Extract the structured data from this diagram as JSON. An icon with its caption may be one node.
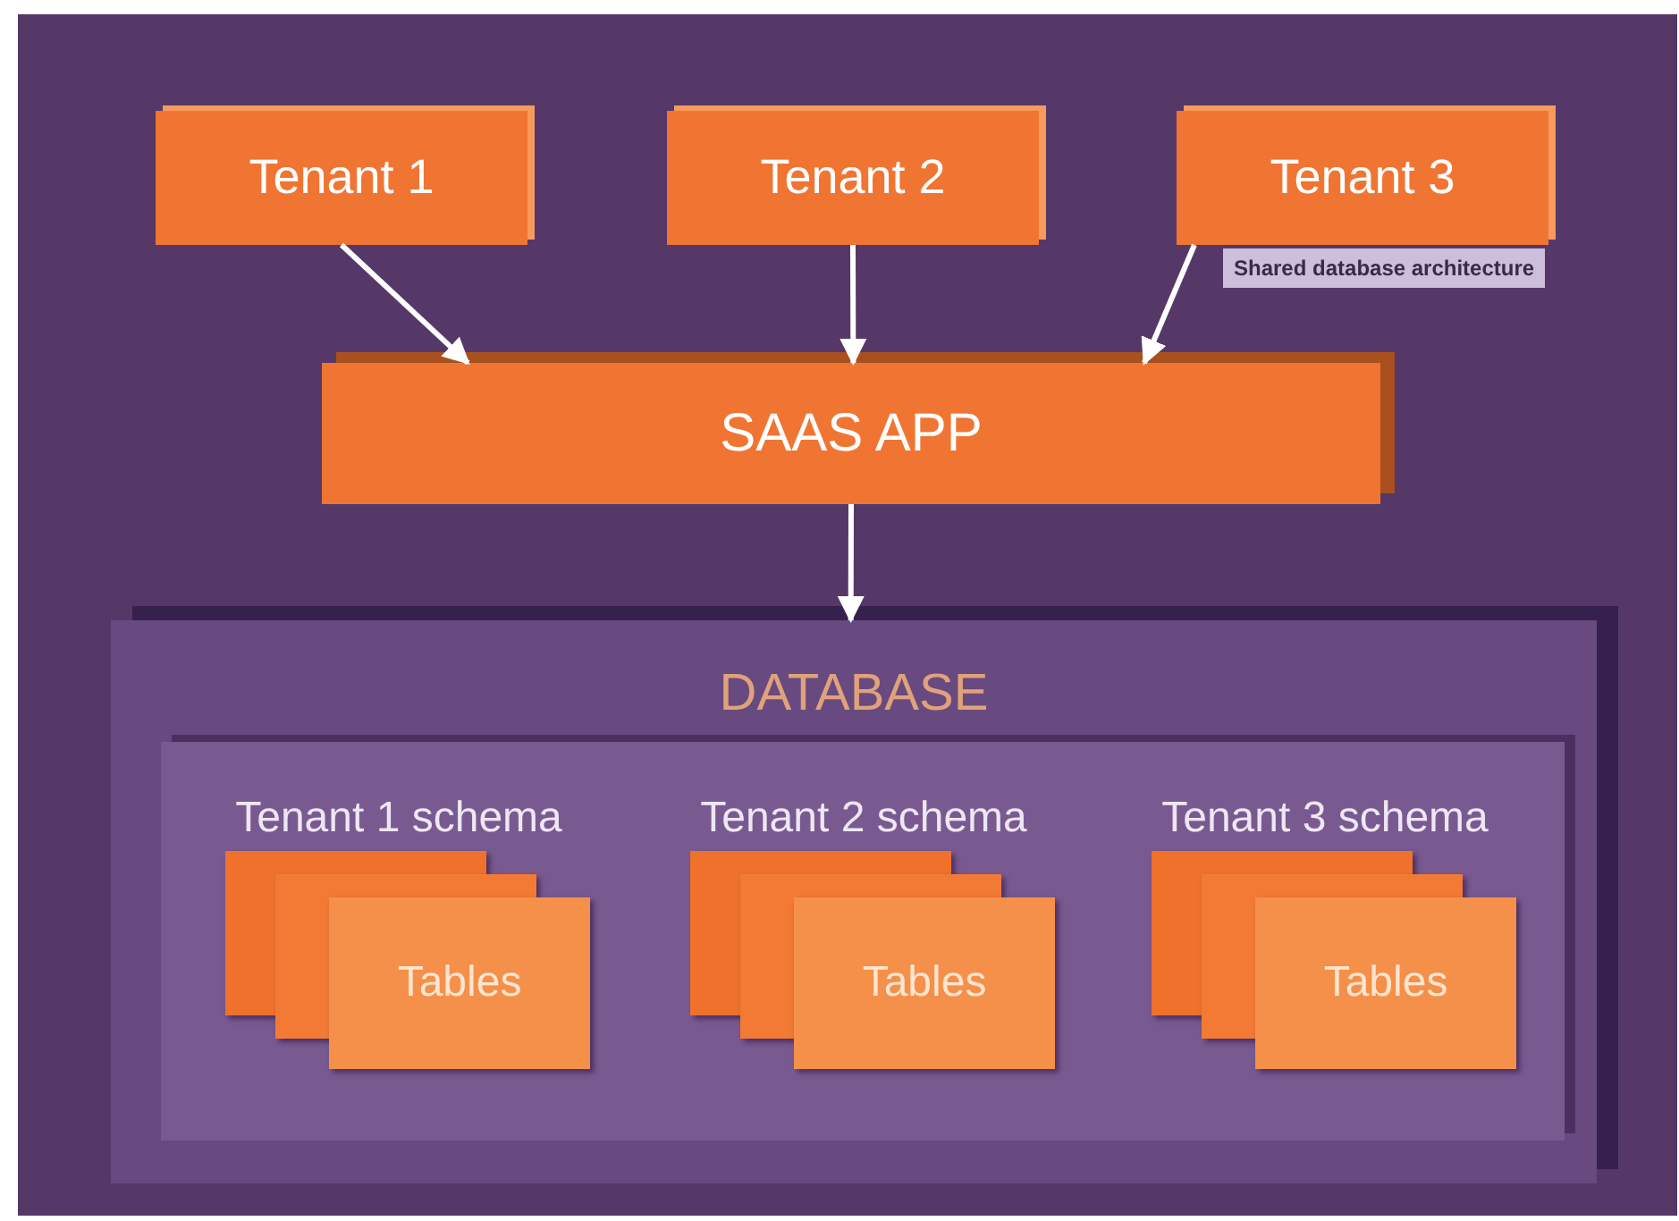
{
  "diagram": {
    "nodes": [
      {
        "text": [
          "Tenant **1**"
        ]
      },
      {
        "text": [
          "Tenant **2**"
        ]
      },
      {
        "text": [
          "Tenant **3**"
        ],
        "beside": [
          "Shared database architecture"
        ]
      },
      {
        "text": [
          "SAAS APP"
        ]
      },
      {
        "text": [
          "DATABASE"
        ]
      },
      {
        "text": [],
        "shape": "box",
        "in": 4
      },
      {
        "text": [
          "Tenant **1** schema",
          "Tables"
        ],
        "in": 5
      },
      {
        "text": [
          "Tenant **2** schema",
          "Tables"
        ],
        "in": 5
      },
      {
        "text": [
          "Tenant **3** schema",
          "Tables"
        ],
        "in": 5
      }
    ],
    "edges": [
      {
        "from": 0,
        "to": 3,
        "arrow": "to"
      },
      {
        "from": 1,
        "to": 3,
        "arrow": "to"
      },
      {
        "from": 2,
        "to": 3,
        "arrow": "to"
      },
      {
        "from": 3,
        "to": 4,
        "arrow": "to"
      }
    ]
  }
}
